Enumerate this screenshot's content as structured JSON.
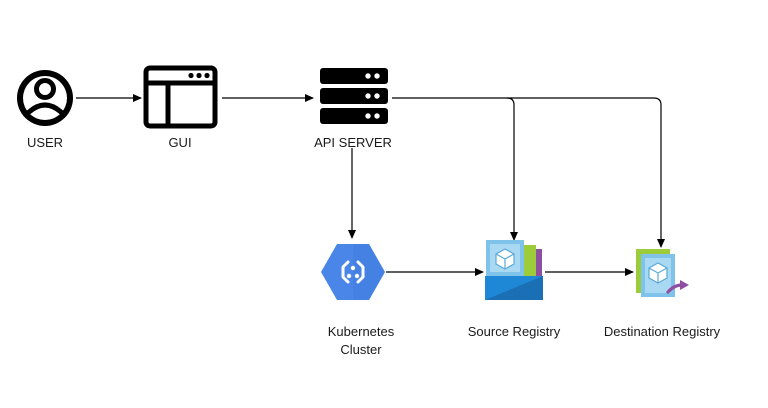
{
  "nodes": {
    "user": {
      "label": "USER",
      "icon": "user-icon"
    },
    "gui": {
      "label": "GUI",
      "icon": "browser-window-icon"
    },
    "api_server": {
      "label": "API SERVER",
      "icon": "server-stack-icon"
    },
    "kubernetes": {
      "label_line1": "Kubernetes",
      "label_line2": "Cluster",
      "icon": "kubernetes-engine-icon"
    },
    "source_registry": {
      "label": "Source Registry",
      "icon": "container-registry-icon"
    },
    "destination_registry": {
      "label": "Destination Registry",
      "icon": "registry-replication-icon"
    }
  },
  "edges": [
    {
      "from": "user",
      "to": "gui"
    },
    {
      "from": "gui",
      "to": "api_server"
    },
    {
      "from": "api_server",
      "to": "kubernetes"
    },
    {
      "from": "api_server",
      "to": "source_registry"
    },
    {
      "from": "api_server",
      "to": "destination_registry"
    },
    {
      "from": "kubernetes",
      "to": "source_registry"
    },
    {
      "from": "source_registry",
      "to": "destination_registry"
    }
  ],
  "colors": {
    "line": "#000000",
    "k8s_blue": "#4a86e8",
    "registry_blue": "#1e88d6",
    "registry_light": "#7fc3ea",
    "registry_green": "#9ccc3a",
    "registry_purple": "#8e4fa3"
  }
}
